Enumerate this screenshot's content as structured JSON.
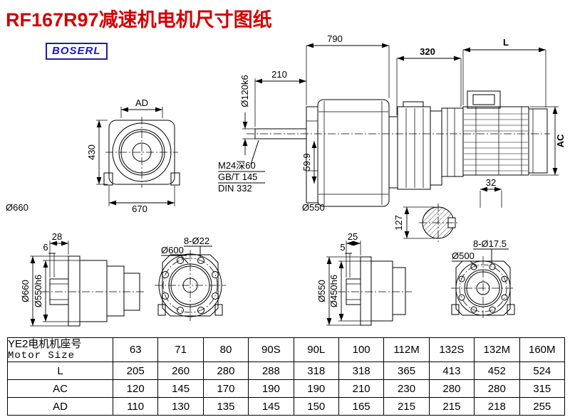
{
  "page": {
    "title": "RF167R97减速机电机尺寸图纸",
    "brand": "BOSERL"
  },
  "front_view": {
    "dim_ad": "AD",
    "dim_height": "430",
    "dim_width": "670",
    "label_d660": "Ø660"
  },
  "side_view": {
    "dim_total": "790",
    "dim_shaft_len": "210",
    "label_shaft_dia": "Ø120k6",
    "label_tap": "M24深60",
    "label_std1": "GB/T 145",
    "label_std2": "DIN 332",
    "dim_599": "59.9",
    "label_d550": "Ø550"
  },
  "motor_view": {
    "dim_adapter": "320",
    "dim_l": "L",
    "dim_ac": "AC",
    "dim_key": "32",
    "dim_shaft": "127"
  },
  "flange_side_left": {
    "dim_28": "28",
    "dim_6": "6",
    "label_d660": "Ø660",
    "label_d550h6": "Ø550h6"
  },
  "flange_face_left": {
    "label_d600": "Ø600",
    "label_holes": "8-Ø22"
  },
  "flange_side_right": {
    "dim_25": "25",
    "dim_5": "5",
    "label_d550": "Ø550",
    "label_d450h6": "Ø450h6"
  },
  "flange_face_right": {
    "label_d500": "Ø500",
    "label_holes": "8-Ø17.5"
  },
  "table": {
    "header_cn": "YE2电机机座号",
    "header_en": "Motor Size",
    "sizes": [
      "63",
      "71",
      "80",
      "90S",
      "90L",
      "100",
      "112M",
      "132S",
      "132M",
      "160M"
    ],
    "rows": [
      {
        "label": "L",
        "values": [
          "205",
          "260",
          "280",
          "288",
          "318",
          "318",
          "365",
          "413",
          "452",
          "524"
        ]
      },
      {
        "label": "AC",
        "values": [
          "120",
          "145",
          "170",
          "190",
          "190",
          "210",
          "230",
          "280",
          "280",
          "315"
        ]
      },
      {
        "label": "AD",
        "values": [
          "110",
          "130",
          "135",
          "145",
          "150",
          "165",
          "215",
          "215",
          "218",
          "255"
        ]
      }
    ]
  }
}
